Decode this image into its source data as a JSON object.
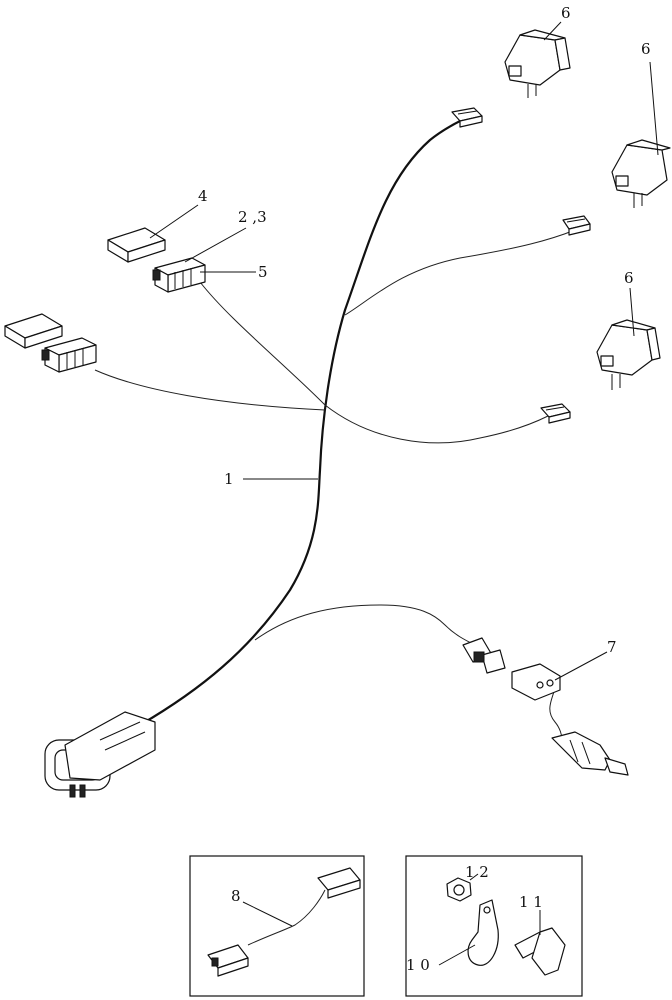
{
  "callouts": {
    "c1": "1",
    "c23": "2  ,3",
    "c4": "4",
    "c5": "5",
    "c6a": "6",
    "c6b": "6",
    "c6c": "6",
    "c7": "7",
    "c8": "8",
    "c10": "1 0",
    "c11": "1  1",
    "c12": "1  2"
  }
}
